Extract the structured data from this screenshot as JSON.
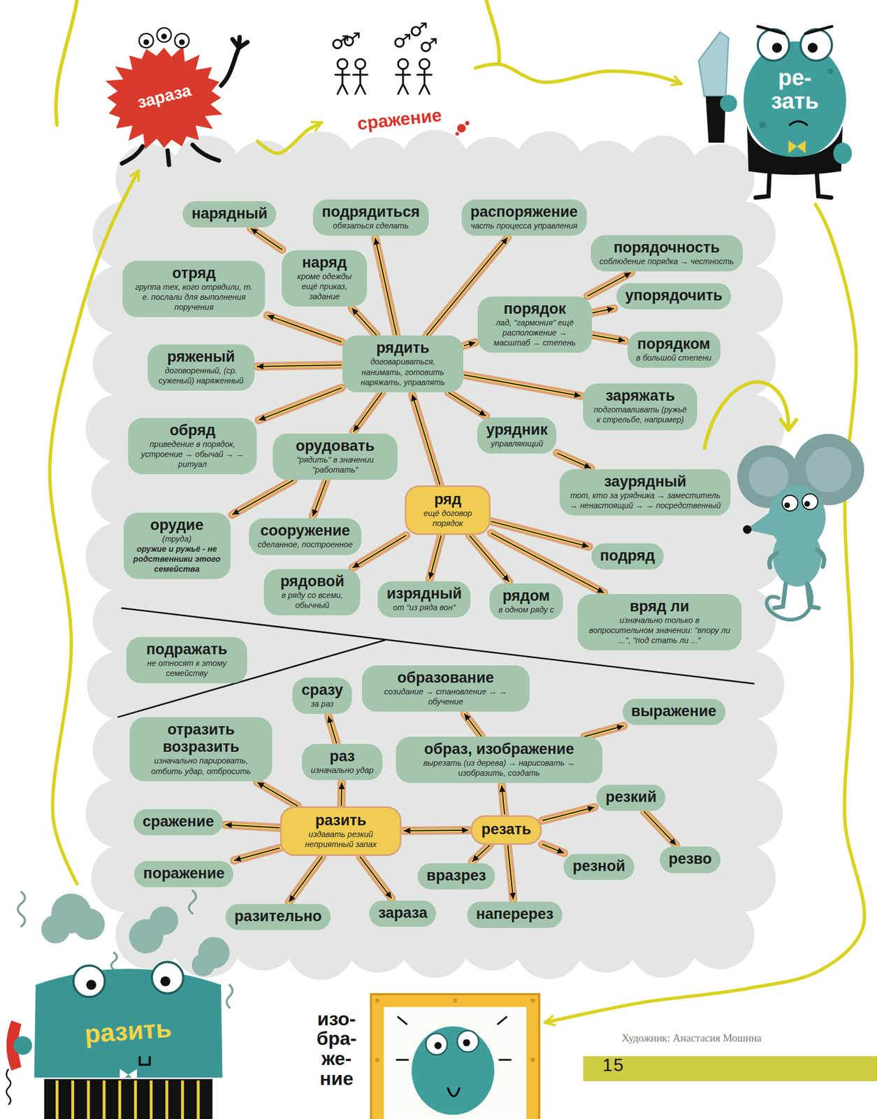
{
  "diagram": {
    "nodes": [
      {
        "text": [
          "зараза"
        ]
      },
      {
        "text": [
          "сражение"
        ]
      },
      {
        "text": [
          "ре- зать"
        ]
      },
      {
        "text": [
          "нарядный"
        ]
      },
      {
        "text": [
          "подрядиться",
          "обязаться сделать"
        ]
      },
      {
        "text": [
          "распоряжение",
          "часть процесса управления"
        ]
      },
      {
        "text": [
          "порядочность",
          "соблюдение порядка → честность"
        ]
      },
      {
        "text": [
          "отряд",
          "группа тех, кого отрядили, т. е. послали для выполнения поручения"
        ]
      },
      {
        "text": [
          "наряд",
          "кроме одежды ещё приказ, задание"
        ]
      },
      {
        "text": [
          "порядок",
          "лад, \"гармония\" ещё расположение → масштаб → степень"
        ]
      },
      {
        "text": [
          "упорядочить"
        ]
      },
      {
        "text": [
          "рядить",
          "договариваться, нанимать, готовить наряжать, управлять"
        ]
      },
      {
        "text": [
          "ряженый",
          "договоренный, (ср. суженый) наряженный"
        ]
      },
      {
        "text": [
          "порядком",
          "в большой степени"
        ]
      },
      {
        "text": [
          "заряжать",
          "подготавливать (ружьё к стрельбе, например)"
        ]
      },
      {
        "text": [
          "обряд",
          "приведение в порядок, устроение → обычай → → ритуал"
        ]
      },
      {
        "text": [
          "орудовать",
          "\"рядить\" в значении \"работать\""
        ]
      },
      {
        "text": [
          "урядник",
          "управляющий"
        ]
      },
      {
        "text": [
          "заурядный",
          "тот, кто за урядника → заместитель → ненастоящий → → посредственный"
        ]
      },
      {
        "text": [
          "ряд",
          "ещё договор порядок"
        ]
      },
      {
        "text": [
          "орудие",
          "(труда)",
          "оружие и ружьё - не родственники этого семейства"
        ]
      },
      {
        "text": [
          "сооружение",
          "сделанное, построенное"
        ]
      },
      {
        "text": [
          "подряд"
        ]
      },
      {
        "text": [
          "рядовой",
          "в ряду со всеми, обычный"
        ]
      },
      {
        "text": [
          "изрядный",
          "от \"из ряда вон\""
        ]
      },
      {
        "text": [
          "рядом",
          "в одном ряду с"
        ]
      },
      {
        "text": [
          "вряд ли",
          "изначально только в вопросительном значении: \"впору ли ...\", \"под стать ли ...\""
        ]
      },
      {
        "text": [
          "подражать",
          "не относят к этому семейству"
        ]
      },
      {
        "text": [
          "сразу",
          "за раз"
        ]
      },
      {
        "text": [
          "образование",
          "созидание → становление → → обучение"
        ]
      },
      {
        "text": [
          "выражение"
        ]
      },
      {
        "text": [
          "отразить возразить",
          "изначально парировать, отбить удар, отбросить"
        ]
      },
      {
        "text": [
          "раз",
          "изначально удар"
        ]
      },
      {
        "text": [
          "образ, изображение",
          "вырезать (из дерева) → нарисовать → изобразить, создать"
        ]
      },
      {
        "text": [
          "резкий"
        ]
      },
      {
        "text": [
          "сражение"
        ]
      },
      {
        "text": [
          "разить",
          "издавать резкий неприятный запах"
        ]
      },
      {
        "text": [
          "резать"
        ]
      },
      {
        "text": [
          "резво"
        ]
      },
      {
        "text": [
          "поражение"
        ]
      },
      {
        "text": [
          "вразрез"
        ]
      },
      {
        "text": [
          "резной"
        ]
      },
      {
        "text": [
          "разительно"
        ]
      },
      {
        "text": [
          "зараза"
        ]
      },
      {
        "text": [
          "наперерез"
        ]
      },
      {
        "text": [
          "разить"
        ]
      },
      {
        "text": [
          "изо- бра- же- ние"
        ]
      }
    ],
    "edges": [
      {
        "from": 45,
        "to": 0,
        "arrow": "to"
      },
      {
        "from": 0,
        "to": 1,
        "arrow": "to"
      },
      {
        "from": 1,
        "to": 2,
        "arrow": "to"
      },
      {
        "from": 2,
        "to": 46,
        "arrow": "to"
      },
      {
        "from": 11,
        "to": 8,
        "arrow": "to"
      },
      {
        "from": 8,
        "to": 3,
        "arrow": "to"
      },
      {
        "from": 11,
        "to": 4,
        "arrow": "to"
      },
      {
        "from": 11,
        "to": 5,
        "arrow": "to"
      },
      {
        "from": 11,
        "to": 9,
        "arrow": "to"
      },
      {
        "from": 9,
        "to": 6,
        "arrow": "to"
      },
      {
        "from": 9,
        "to": 10,
        "arrow": "to"
      },
      {
        "from": 9,
        "to": 13,
        "arrow": "to"
      },
      {
        "from": 11,
        "to": 14,
        "arrow": "to"
      },
      {
        "from": 11,
        "to": 17,
        "arrow": "to"
      },
      {
        "from": 17,
        "to": 18,
        "arrow": "to"
      },
      {
        "from": 11,
        "to": 7,
        "arrow": "to"
      },
      {
        "from": 11,
        "to": 12,
        "arrow": "to"
      },
      {
        "from": 11,
        "to": 15,
        "arrow": "to"
      },
      {
        "from": 11,
        "to": 16,
        "arrow": "to"
      },
      {
        "from": 16,
        "to": 20,
        "arrow": "to"
      },
      {
        "from": 16,
        "to": 21,
        "arrow": "to"
      },
      {
        "from": 19,
        "to": 11,
        "arrow": "to"
      },
      {
        "from": 19,
        "to": 22,
        "arrow": "to"
      },
      {
        "from": 19,
        "to": 26,
        "arrow": "to"
      },
      {
        "from": 19,
        "to": 25,
        "arrow": "to"
      },
      {
        "from": 19,
        "to": 24,
        "arrow": "to"
      },
      {
        "from": 19,
        "to": 23,
        "arrow": "to"
      },
      {
        "from": 36,
        "to": 32,
        "arrow": "to"
      },
      {
        "from": 32,
        "to": 28,
        "arrow": "to"
      },
      {
        "from": 36,
        "to": 31,
        "arrow": "to"
      },
      {
        "from": 36,
        "to": 35,
        "arrow": "to"
      },
      {
        "from": 36,
        "to": 39,
        "arrow": "to"
      },
      {
        "from": 36,
        "to": 42,
        "arrow": "to"
      },
      {
        "from": 36,
        "to": 43,
        "arrow": "to"
      },
      {
        "from": 36,
        "to": 37,
        "arrow": "both"
      },
      {
        "from": 37,
        "to": 33,
        "arrow": "to"
      },
      {
        "from": 33,
        "to": 29,
        "arrow": "to"
      },
      {
        "from": 33,
        "to": 30,
        "arrow": "to"
      },
      {
        "from": 37,
        "to": 34,
        "arrow": "to"
      },
      {
        "from": 34,
        "to": 38,
        "arrow": "to"
      },
      {
        "from": 37,
        "to": 41,
        "arrow": "to"
      },
      {
        "from": 37,
        "to": 40,
        "arrow": "to"
      },
      {
        "from": 37,
        "to": 44,
        "arrow": "to"
      }
    ],
    "labels": [
      "Художник: Анастасия Мошина",
      "15"
    ]
  }
}
